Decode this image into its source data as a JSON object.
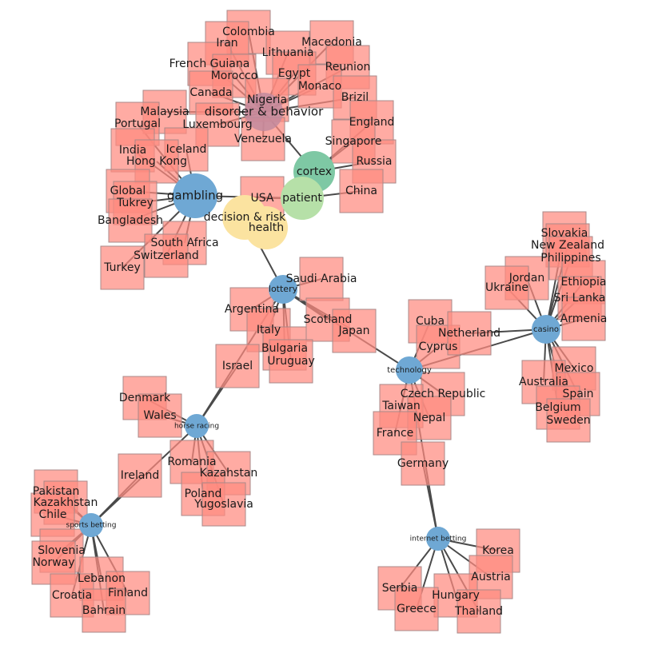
{
  "colors": {
    "edge": "#4a4a4a",
    "country": "#ff8a80",
    "country_stroke": "#a88888",
    "topic": "#6fa8d4",
    "cortex": "#7ec8a4",
    "patient": "#b6e0a8",
    "decision": "#fbe3a0",
    "disorder": "#c28a9e"
  },
  "topics": [
    {
      "id": "gambling",
      "label": "gambling",
      "tone": "topic"
    },
    {
      "id": "disorder",
      "label": "disorder & behavior",
      "tone": "disorder"
    },
    {
      "id": "cortex",
      "label": "cortex",
      "tone": "cortex"
    },
    {
      "id": "patient",
      "label": "patient",
      "tone": "patient"
    },
    {
      "id": "decision",
      "label": "decision & risk",
      "tone": "decision"
    },
    {
      "id": "health",
      "label": "health",
      "tone": "decision"
    },
    {
      "id": "lottery",
      "label": "lottery",
      "tone": "topic"
    },
    {
      "id": "technology",
      "label": "technology",
      "tone": "topic"
    },
    {
      "id": "casino",
      "label": "casino",
      "tone": "topic"
    },
    {
      "id": "horse_racing",
      "label": "horse racing",
      "tone": "topic"
    },
    {
      "id": "sports_betting",
      "label": "sports betting",
      "tone": "topic"
    },
    {
      "id": "internet_betting",
      "label": "internet betting",
      "tone": "topic"
    }
  ],
  "countries": [
    {
      "label": "Colombia",
      "hub": "disorder"
    },
    {
      "label": "Iran",
      "hub": "disorder"
    },
    {
      "label": "Macedonia",
      "hub": "disorder"
    },
    {
      "label": "Lithuania",
      "hub": "disorder"
    },
    {
      "label": "French Guiana",
      "hub": "disorder"
    },
    {
      "label": "Morocco",
      "hub": "disorder"
    },
    {
      "label": "Egypt",
      "hub": "disorder"
    },
    {
      "label": "Reunion",
      "hub": "disorder"
    },
    {
      "label": "Monaco",
      "hub": "disorder"
    },
    {
      "label": "Canada",
      "hub": "disorder"
    },
    {
      "label": "Nigeria",
      "hub": "disorder"
    },
    {
      "label": "Brizil",
      "hub": "disorder"
    },
    {
      "label": "Malaysia",
      "hub": "disorder"
    },
    {
      "label": "Luxembourg",
      "hub": "disorder"
    },
    {
      "label": "Venezuela",
      "hub": "disorder"
    },
    {
      "label": "England",
      "hub": "cortex"
    },
    {
      "label": "Singapore",
      "hub": "cortex"
    },
    {
      "label": "Russia",
      "hub": "cortex"
    },
    {
      "label": "China",
      "hub": "patient"
    },
    {
      "label": "USA",
      "hub": "patient"
    },
    {
      "label": "Portugal",
      "hub": "gambling"
    },
    {
      "label": "India",
      "hub": "gambling"
    },
    {
      "label": "Iceland",
      "hub": "gambling"
    },
    {
      "label": "Hong Kong",
      "hub": "gambling"
    },
    {
      "label": "Global",
      "hub": "gambling"
    },
    {
      "label": "Tukrey",
      "hub": "gambling"
    },
    {
      "label": "Bangladesh",
      "hub": "gambling"
    },
    {
      "label": "South Africa",
      "hub": "gambling"
    },
    {
      "label": "Switzerland",
      "hub": "gambling"
    },
    {
      "label": "Turkey",
      "hub": "gambling"
    },
    {
      "label": "Saudi Arabia",
      "hub": "lottery"
    },
    {
      "label": "Argentina",
      "hub": "lottery"
    },
    {
      "label": "Scotland",
      "hub": "lottery"
    },
    {
      "label": "Italy",
      "hub": "lottery"
    },
    {
      "label": "Japan",
      "hub": "lottery"
    },
    {
      "label": "Bulgaria",
      "hub": "lottery"
    },
    {
      "label": "Uruguay",
      "hub": "lottery"
    },
    {
      "label": "Israel",
      "hub": "horse_racing"
    },
    {
      "label": "Denmark",
      "hub": "horse_racing"
    },
    {
      "label": "Wales",
      "hub": "horse_racing"
    },
    {
      "label": "Romania",
      "hub": "horse_racing"
    },
    {
      "label": "Kazahstan",
      "hub": "horse_racing"
    },
    {
      "label": "Poland",
      "hub": "horse_racing"
    },
    {
      "label": "Yugoslavia",
      "hub": "horse_racing"
    },
    {
      "label": "Ireland",
      "hub": "sports_betting"
    },
    {
      "label": "Pakistan",
      "hub": "sports_betting"
    },
    {
      "label": "Kazakhstan",
      "hub": "sports_betting"
    },
    {
      "label": "Chile",
      "hub": "sports_betting"
    },
    {
      "label": "Slovenia",
      "hub": "sports_betting"
    },
    {
      "label": "Norway",
      "hub": "sports_betting"
    },
    {
      "label": "Lebanon",
      "hub": "sports_betting"
    },
    {
      "label": "Croatia",
      "hub": "sports_betting"
    },
    {
      "label": "Finland",
      "hub": "sports_betting"
    },
    {
      "label": "Bahrain",
      "hub": "sports_betting"
    },
    {
      "label": "Cuba",
      "hub": "technology"
    },
    {
      "label": "Cyprus",
      "hub": "technology"
    },
    {
      "label": "Czech Republic",
      "hub": "technology"
    },
    {
      "label": "Taiwan",
      "hub": "technology"
    },
    {
      "label": "Nepal",
      "hub": "technology"
    },
    {
      "label": "France",
      "hub": "technology"
    },
    {
      "label": "Germany",
      "hub": "internet_betting"
    },
    {
      "label": "Netherland",
      "hub": "casino"
    },
    {
      "label": "Slovakia",
      "hub": "casino"
    },
    {
      "label": "New Zealand",
      "hub": "casino"
    },
    {
      "label": "Philippines",
      "hub": "casino"
    },
    {
      "label": "Jordan",
      "hub": "casino"
    },
    {
      "label": "Ukraine",
      "hub": "casino"
    },
    {
      "label": "Ethiopia",
      "hub": "casino"
    },
    {
      "label": "Sri Lanka",
      "hub": "casino"
    },
    {
      "label": "Armenia",
      "hub": "casino"
    },
    {
      "label": "Mexico",
      "hub": "casino"
    },
    {
      "label": "Australia",
      "hub": "casino"
    },
    {
      "label": "Spain",
      "hub": "casino"
    },
    {
      "label": "Belgium",
      "hub": "casino"
    },
    {
      "label": "Sweden",
      "hub": "casino"
    },
    {
      "label": "Korea",
      "hub": "internet_betting"
    },
    {
      "label": "Austria",
      "hub": "internet_betting"
    },
    {
      "label": "Serbia",
      "hub": "internet_betting"
    },
    {
      "label": "Hungary",
      "hub": "internet_betting"
    },
    {
      "label": "Greece",
      "hub": "internet_betting"
    },
    {
      "label": "Thailand",
      "hub": "internet_betting"
    }
  ],
  "links": [
    {
      "a": "gambling",
      "b": "patient"
    },
    {
      "a": "disorder",
      "b": "cortex"
    },
    {
      "a": "cortex",
      "b": "patient"
    },
    {
      "a": "decision",
      "b": "lottery"
    },
    {
      "a": "lottery",
      "b": "horse_racing"
    },
    {
      "a": "lottery",
      "b": "technology"
    },
    {
      "a": "horse_racing",
      "b": "sports_betting"
    },
    {
      "a": "technology",
      "b": "casino"
    },
    {
      "a": "technology",
      "b": "internet_betting"
    }
  ]
}
